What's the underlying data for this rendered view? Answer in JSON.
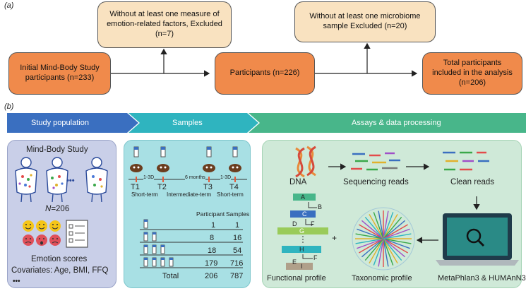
{
  "panel_a": {
    "label": "(a)",
    "initial": "Initial Mind-Body Study participants (n=233)",
    "excluded_emotion": "Without at least one measure of emotion-related factors, Excluded (n=7)",
    "participants": "Participants (n=226)",
    "excluded_microbiome": "Without at least one microbiome sample Excluded (n=20)",
    "total": "Total participants included in the analysis (n=206)"
  },
  "panel_b": {
    "label": "(b)",
    "stages": [
      "Study population",
      "Samples",
      "Assays & data processing"
    ],
    "colors": {
      "stage1": "#3a6fc0",
      "stage2": "#2fb4bf",
      "stage3": "#48b68a",
      "orange": "#f08a4b",
      "beige": "#f9e2c0"
    }
  },
  "population": {
    "title": "Mind-Body Study",
    "ellipsis": "•••",
    "n_label_italic": "N",
    "n_label_rest": "=206",
    "emotion_scores": "Emotion scores",
    "covariates": "Covariates: Age, BMI, FFQ",
    "more": "•••"
  },
  "samples": {
    "timepoints": [
      "T1",
      "T2",
      "T3",
      "T4"
    ],
    "interval_short": "1-3D",
    "interval_mid": "6 months",
    "interval_short2": "1-3D",
    "term_short": "Short-term",
    "term_intermediate": "Intermediate-term",
    "term_short2": "Short-term",
    "table_headers": [
      "Participant",
      "Samples"
    ],
    "table_rows": [
      {
        "tubes": 1,
        "participant": "1",
        "samples": "1"
      },
      {
        "tubes": 2,
        "participant": "8",
        "samples": "16"
      },
      {
        "tubes": 3,
        "participant": "18",
        "samples": "54"
      },
      {
        "tubes": 4,
        "participant": "179",
        "samples": "716"
      }
    ],
    "total_label": "Total",
    "total_participant": "206",
    "total_samples": "787"
  },
  "assays": {
    "dna": "DNA",
    "sequencing_reads": "Sequencing reads",
    "clean_reads": "Clean reads",
    "tools": "MetaPhlan3 & HUMAnN3",
    "taxonomic_profile": "Taxonomic profile",
    "functional_profile": "Functional profile",
    "plus": "+",
    "gene_letters": [
      "A",
      "B",
      "C",
      "D",
      "F",
      "G",
      "H",
      "F",
      "E",
      "I"
    ]
  }
}
